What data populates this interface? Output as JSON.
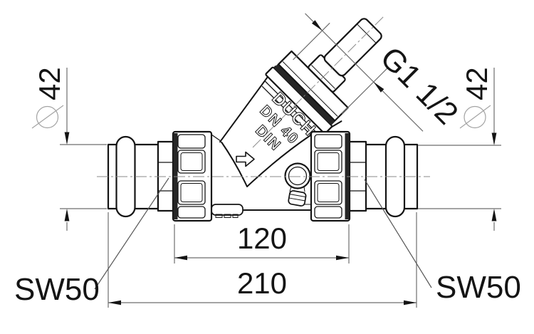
{
  "colors": {
    "line": "#141414",
    "dimension_line": "#6e6e6e",
    "background": "#ffffff"
  },
  "icons": {
    "diameter_symbol": "⌀",
    "flow_arrow": "→"
  },
  "dimensions": {
    "diameter_left": "42",
    "diameter_right": "42",
    "thread_size": "G1 1/2",
    "body_length": "120",
    "overall_length": "210",
    "wrench_size_left": "SW50",
    "wrench_size_right": "SW50"
  },
  "body_markings": {
    "brand": "DUCH",
    "nominal_size": "DN 40",
    "standard": "DIN"
  }
}
